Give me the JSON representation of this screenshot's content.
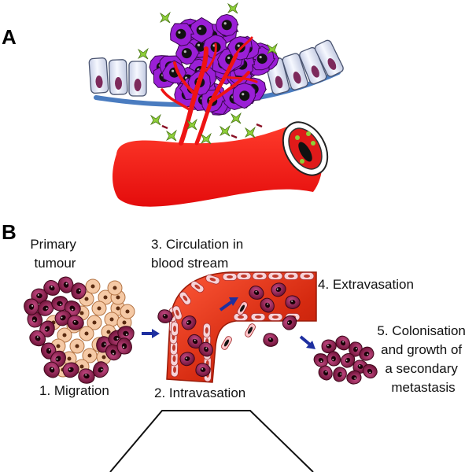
{
  "panel_a": {
    "letter": "A"
  },
  "panel_b": {
    "letter": "B",
    "primary_tumour": [
      "Primary",
      "tumour"
    ],
    "circulation": [
      "3. Circulation in",
      "blood stream"
    ],
    "extravasation": "4. Extravasation",
    "colonisation": [
      "5. Colonisation",
      "and growth of",
      "a secondary",
      "metastasis"
    ],
    "migration": "1. Migration",
    "intravasation": "2. Intravasation"
  },
  "colors": {
    "tumour_purple": "#9a1fd6",
    "nucleus": "#111111",
    "vessel_red": "#ee1414",
    "membrane_blue": "#4a7cc0",
    "epithelial": "#dfe4f2",
    "cancer_cell": "#8e1848",
    "normal_cell": "#f5c9a5",
    "arrow_blue": "#1e2fa0",
    "vessel_orange": "#e04a1a"
  }
}
